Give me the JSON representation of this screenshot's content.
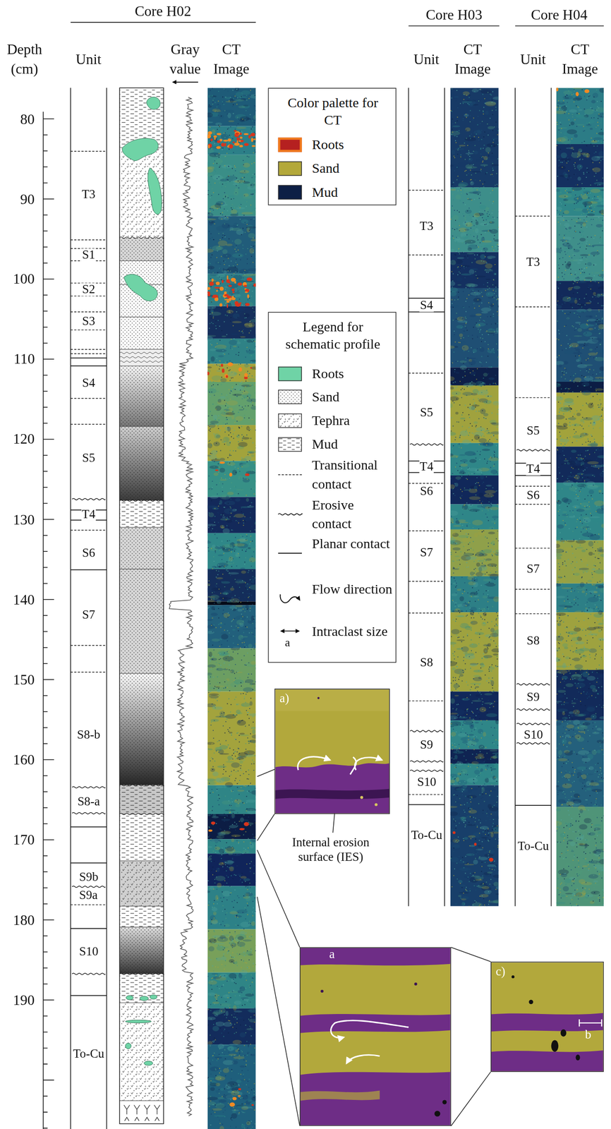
{
  "diagram": {
    "nodes": [
      {
        "text": [
          "Color palette for CT"
        ]
      },
      {
        "text": [
          "Legend for schematic profile"
        ]
      },
      {
        "text": [
          "a)"
        ]
      },
      {
        "text": [
          "a"
        ]
      },
      {
        "text": [
          "c)",
          "b"
        ]
      }
    ],
    "labels": [
      "Core H02",
      "Depth (cm)",
      "Unit",
      "Gray value",
      "CT Image",
      "Core H03",
      "Unit",
      "CT Image",
      "Core H04",
      "Unit",
      "CT Image",
      "80",
      "90",
      "100",
      "110",
      "120",
      "130",
      "140",
      "150",
      "160",
      "170",
      "180",
      "190",
      "T3",
      "S1",
      "S2",
      "S3",
      "S4",
      "S5",
      "T4",
      "S6",
      "S7",
      "S8-b",
      "S8-a",
      "S9b",
      "S9a",
      "S10",
      "To-Cu",
      "T3",
      "S4",
      "S5",
      "T4",
      "S6",
      "S7",
      "S8",
      "S9",
      "S10",
      "To-Cu",
      "T3",
      "S5",
      "T4",
      "S6",
      "S7",
      "S8",
      "S9",
      "S10",
      "To-Cu",
      "Internal erosion surface (IES)",
      "a"
    ],
    "legend": [
      {
        "text": "Roots",
        "color": "#b52020"
      },
      {
        "text": "Sand",
        "color": "#b3a83a"
      },
      {
        "text": "Mud",
        "color": "#0d1f45"
      },
      {
        "text": "Roots",
        "color": "#6fd3a6"
      },
      {
        "text": "Sand"
      },
      {
        "text": "Tephra"
      },
      {
        "text": "Mud"
      },
      {
        "text": "Transitional contact"
      },
      {
        "text": "Erosive contact"
      },
      {
        "text": "Planar contact"
      },
      {
        "text": "Flow direction"
      },
      {
        "text": "Intraclast size"
      }
    ]
  }
}
